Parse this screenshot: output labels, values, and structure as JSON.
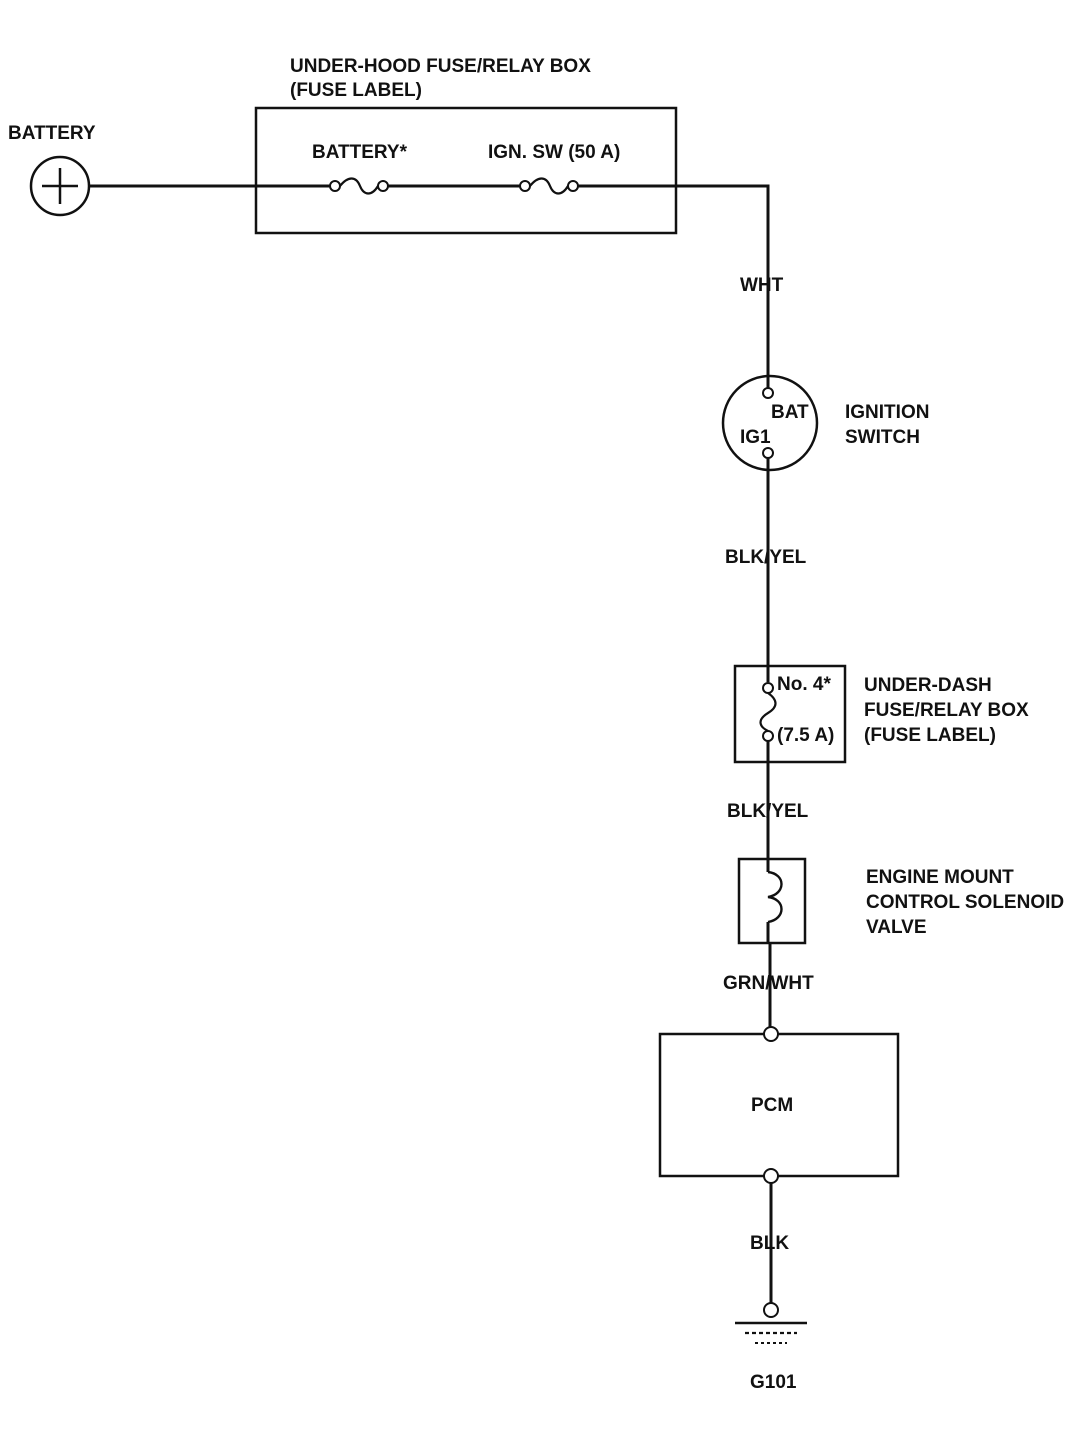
{
  "battery": {
    "label": "BATTERY"
  },
  "underhood_box": {
    "title_line1": "UNDER-HOOD FUSE/RELAY BOX",
    "title_line2": "(FUSE LABEL)",
    "fuse1_label": "BATTERY*",
    "fuse2_label": "IGN. SW (50 A)"
  },
  "wires": {
    "w1": "WHT",
    "w2": "BLK/YEL",
    "w3": "BLK/YEL",
    "w4": "GRN/WHT",
    "w5": "BLK"
  },
  "ignition_switch": {
    "title_line1": "IGNITION",
    "title_line2": "SWITCH",
    "bat_terminal": "BAT",
    "ig1_terminal": "IG1"
  },
  "underdash_box": {
    "fuse_number": "No. 4*",
    "fuse_rating": "(7.5 A)",
    "title_line1": "UNDER-DASH",
    "title_line2": "FUSE/RELAY BOX",
    "title_line3": "(FUSE LABEL)"
  },
  "solenoid": {
    "title_line1": "ENGINE MOUNT",
    "title_line2": "CONTROL SOLENOID",
    "title_line3": "VALVE"
  },
  "pcm": {
    "label": "PCM"
  },
  "ground": {
    "label": "G101"
  }
}
